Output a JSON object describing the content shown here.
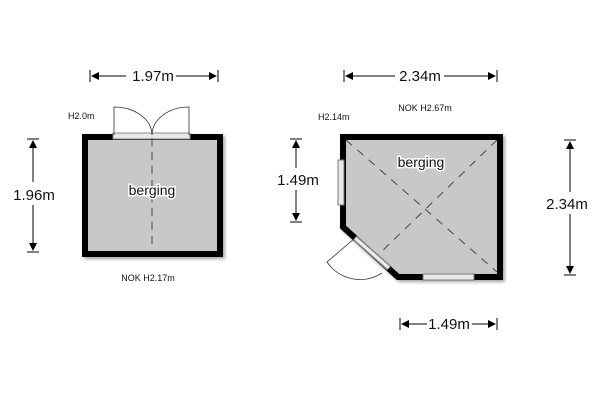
{
  "rooms": [
    {
      "name": "berging",
      "width_label": "1.97m",
      "depth_label": "1.96m",
      "height_label": "H2.0m",
      "ridge_label": "NOK H2.17m"
    },
    {
      "name": "berging",
      "width_label": "2.34m",
      "left_label": "1.49m",
      "right_label": "2.34m",
      "bottom_label": "1.49m",
      "height_label": "H2.14m",
      "ridge_label": "NOK H2.67m"
    }
  ],
  "colors": {
    "wall": "#000000",
    "floor": "#c8c8c8",
    "window": "#e8e8e8"
  }
}
